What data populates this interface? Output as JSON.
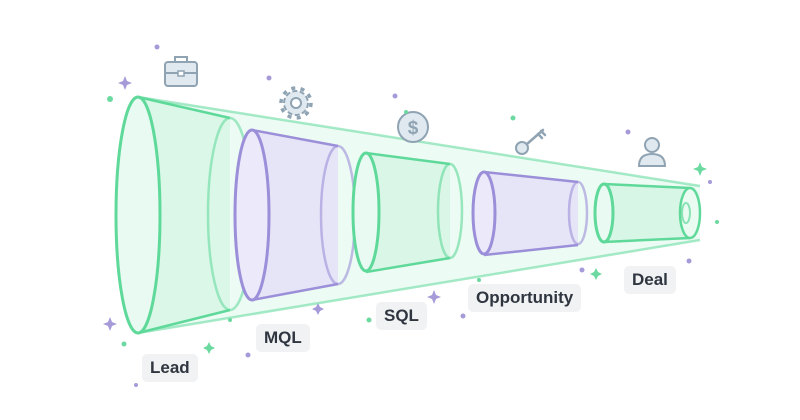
{
  "colors": {
    "green": "#5fd99a",
    "green_fill": "#dcf7e9",
    "purple": "#9c8fd9",
    "purple_fill": "#e6e2f7",
    "icon_stroke": "#8fa3b3",
    "icon_fill": "#dfe9ef",
    "sparkle_purple": "#a79ad8",
    "sparkle_green": "#6cd9a0",
    "label_bg": "#f1f2f4",
    "label_text": "#2f3640"
  },
  "stages": [
    {
      "id": "lead",
      "label": "Lead",
      "icon": "briefcase-icon",
      "color": "green"
    },
    {
      "id": "mql",
      "label": "MQL",
      "icon": "gear-icon",
      "color": "purple"
    },
    {
      "id": "sql",
      "label": "SQL",
      "icon": "dollar-coin-icon",
      "color": "green"
    },
    {
      "id": "opportunity",
      "label": "Opportunity",
      "icon": "key-icon",
      "color": "purple"
    },
    {
      "id": "deal",
      "label": "Deal",
      "icon": "user-icon",
      "color": "green"
    }
  ]
}
